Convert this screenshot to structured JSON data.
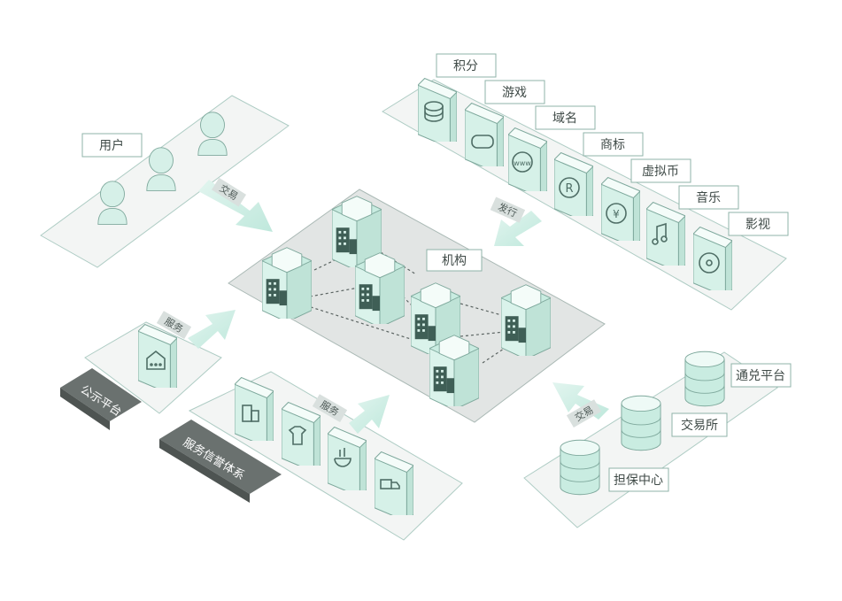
{
  "center": {
    "label": "机构"
  },
  "users": {
    "label": "用户"
  },
  "tokens": {
    "labels": [
      "积分",
      "游戏",
      "域名",
      "商标",
      "虚拟币",
      "音乐",
      "影视"
    ]
  },
  "exchange": {
    "labels": [
      "通兑平台",
      "交易所",
      "担保中心"
    ]
  },
  "public_platform": {
    "label": "公示平台"
  },
  "credit_system": {
    "label": "服务信誉体系"
  },
  "arrows": {
    "trade_users": "交易",
    "issue": "发行",
    "service_public": "服务",
    "service_credit": "服务",
    "trade_exchange": "交易"
  },
  "colors": {
    "accent": "#bfe8dc",
    "accent_dark": "#5c7a72",
    "platform": "#f3f5f4",
    "center_platform": "#e2e5e4",
    "dark_label_bg": "#6a716f"
  },
  "icons": {
    "tokens": [
      "database-icon",
      "gamepad-icon",
      "www-icon",
      "registered-icon",
      "yen-icon",
      "music-icon",
      "film-icon"
    ],
    "credit": [
      "building-icon",
      "shirt-icon",
      "food-bowl-icon",
      "truck-icon"
    ]
  }
}
